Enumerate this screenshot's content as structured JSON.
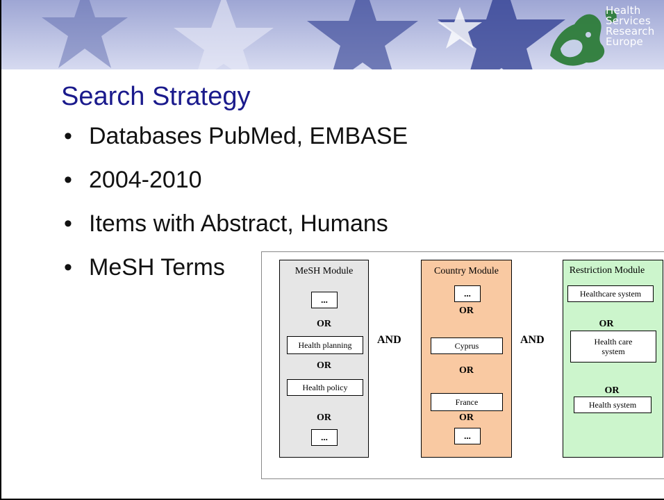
{
  "banner": {
    "brand_lines": [
      "Health",
      "Services",
      "Research",
      "Europe"
    ],
    "colors": {
      "banner": "#b9bfe0",
      "star": "#2b3a8f",
      "map": "#2e7d3a"
    }
  },
  "title": "Search Strategy",
  "bullets": [
    "Databases PubMed, EMBASE",
    "2004-2010",
    "Items with Abstract, Humans",
    "MeSH Terms"
  ],
  "diagram": {
    "connector": "AND",
    "operator": "OR",
    "ellipsis": "...",
    "mesh_module": {
      "title": "MeSH Module",
      "items": [
        "...",
        "Health planning",
        "Health policy",
        "..."
      ],
      "fill": "#e6e6e6"
    },
    "country_module": {
      "title": "Country Module",
      "items": [
        "...",
        "Cyprus",
        "France",
        "..."
      ],
      "fill": "#f9c9a2"
    },
    "restriction_module": {
      "title": "Restriction Module",
      "items": [
        "Healthcare system",
        "Health care system",
        "Health system"
      ],
      "fill": "#ccf5cc"
    }
  }
}
